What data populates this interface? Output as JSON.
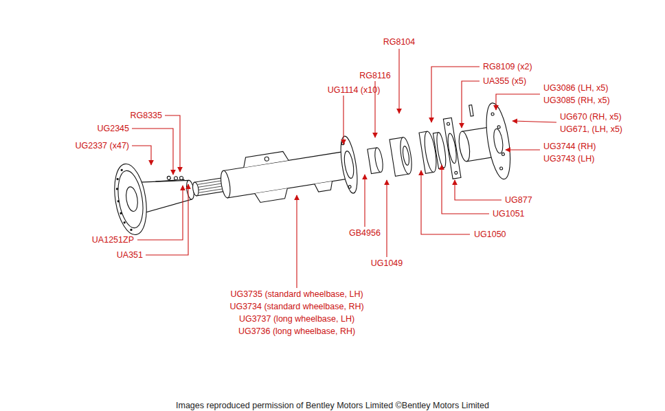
{
  "diagram": {
    "caption": "Images reproduced permission of Bentley Motors Limited ©Bentley Motors Limited",
    "labels": [
      "RG8104",
      "RG8109 (x2)",
      "UA355 (x5)",
      "RG8116",
      "UG1114 (x10)",
      "UG3086 (LH, x5)",
      "UG3085 (RH, x5)",
      "UG670 (RH, x5)",
      "UG671, (LH, x5)",
      "RG8335",
      "UG2345",
      "UG2337 (x47)",
      "UG3744 (RH)",
      "UG3743 (LH)",
      "UG877",
      "UA1251ZP",
      "GB4956",
      "UG1051",
      "UG1050",
      "UA351",
      "UG1049",
      "UG3735 (standard wheelbase, LH)",
      "UG3734 (standard wheelbase, RH)",
      "UG3737 (long wheelbase, LH)",
      "UG3736 (long wheelbase, RH)"
    ]
  }
}
